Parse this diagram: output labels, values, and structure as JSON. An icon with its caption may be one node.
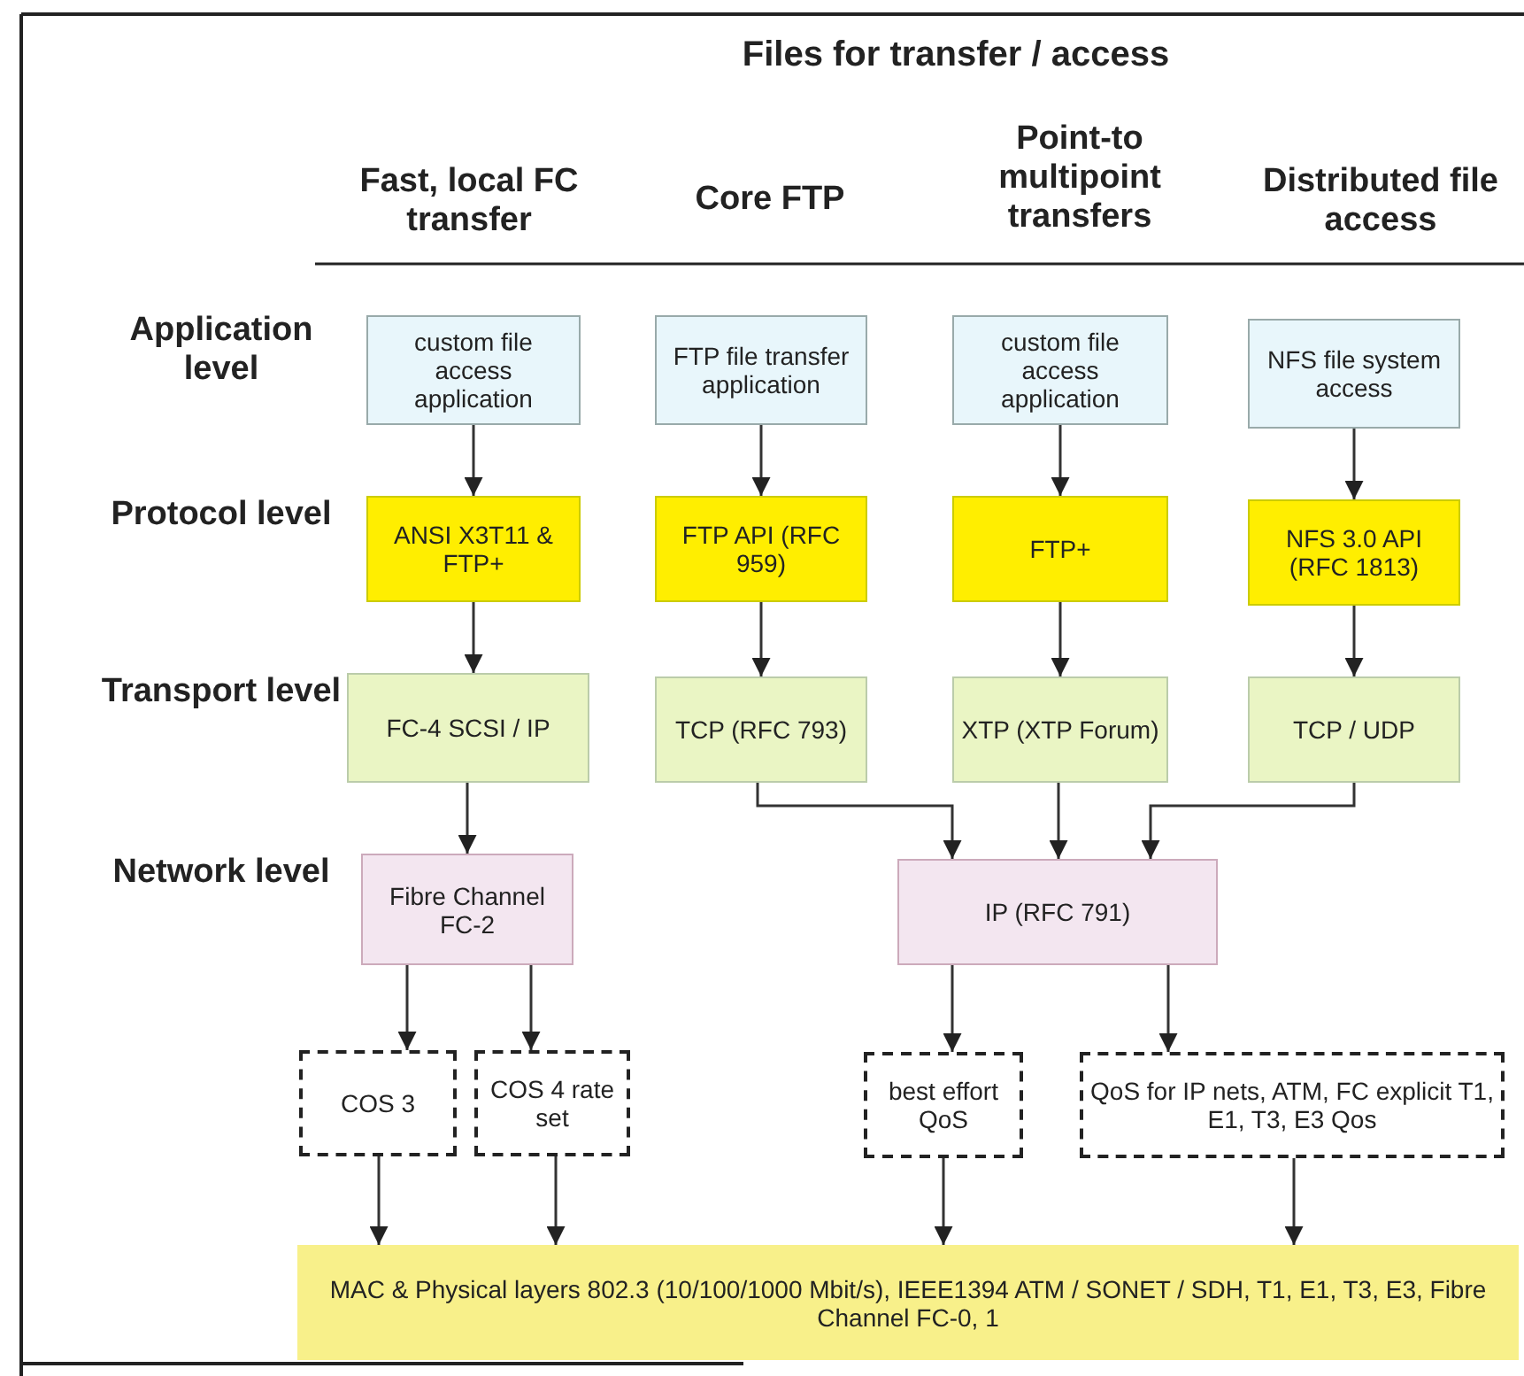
{
  "diagram": {
    "title": "Files for transfer / access",
    "nodes": [
      {
        "text": [
          "custom file access application"
        ]
      },
      {
        "text": [
          "FTP file transfer application"
        ]
      },
      {
        "text": [
          "custom file access application"
        ]
      },
      {
        "text": [
          "NFS file system access"
        ]
      },
      {
        "text": [
          "ANSI X3T11 & FTP+"
        ]
      },
      {
        "text": [
          "FTP API (RFC 959)"
        ]
      },
      {
        "text": [
          "FTP+"
        ]
      },
      {
        "text": [
          "NFS 3.0 API (RFC 1813)"
        ]
      },
      {
        "text": [
          "FC-4 SCSI / IP"
        ]
      },
      {
        "text": [
          "TCP (RFC 793)"
        ]
      },
      {
        "text": [
          "XTP (XTP Forum)"
        ]
      },
      {
        "text": [
          "TCP / UDP"
        ]
      },
      {
        "text": [
          "Fibre Channel FC-2"
        ]
      },
      {
        "text": [
          "IP (RFC 791)"
        ]
      },
      {
        "text": [
          "COS 3"
        ]
      },
      {
        "text": [
          "COS 4 rate set"
        ]
      },
      {
        "text": [
          "best effort QoS"
        ]
      },
      {
        "text": [
          "QoS for IP nets, ATM, FC explicit T1, E1, T3, E3 Qos"
        ]
      },
      {
        "text": [
          "MAC & Physical layers 802.3 (10/100/1000 Mbit/s), IEEE1394 ATM / SONET / SDH, T1, E1, T3, E3, Fibre Channel FC-0, 1"
        ]
      }
    ],
    "edges": [
      {
        "from": 0,
        "to": 4,
        "arrow": "to"
      },
      {
        "from": 1,
        "to": 5,
        "arrow": "to"
      },
      {
        "from": 2,
        "to": 6,
        "arrow": "to"
      },
      {
        "from": 3,
        "to": 7,
        "arrow": "to"
      },
      {
        "from": 4,
        "to": 8,
        "arrow": "to"
      },
      {
        "from": 5,
        "to": 9,
        "arrow": "to"
      },
      {
        "from": 6,
        "to": 10,
        "arrow": "to"
      },
      {
        "from": 7,
        "to": 11,
        "arrow": "to"
      },
      {
        "from": 8,
        "to": 12,
        "arrow": "to"
      },
      {
        "from": 9,
        "to": 13,
        "arrow": "to"
      },
      {
        "from": 10,
        "to": 13,
        "arrow": "to"
      },
      {
        "from": 11,
        "to": 13,
        "arrow": "to"
      },
      {
        "from": 12,
        "to": 14,
        "arrow": "to"
      },
      {
        "from": 12,
        "to": 15,
        "arrow": "to"
      },
      {
        "from": 13,
        "to": 16,
        "arrow": "to"
      },
      {
        "from": 13,
        "to": 17,
        "arrow": "to"
      },
      {
        "from": 14,
        "to": 18,
        "arrow": "to"
      },
      {
        "from": 15,
        "to": 18,
        "arrow": "to"
      },
      {
        "from": 16,
        "to": 18,
        "arrow": "to"
      },
      {
        "from": 17,
        "to": 18,
        "arrow": "to"
      }
    ],
    "labels": [
      "Fast, local FC transfer",
      "Core FTP",
      "Point-to multipoint transfers",
      "Distributed file access",
      "Application level",
      "Protocol level",
      "Transport level",
      "Network level"
    ]
  }
}
